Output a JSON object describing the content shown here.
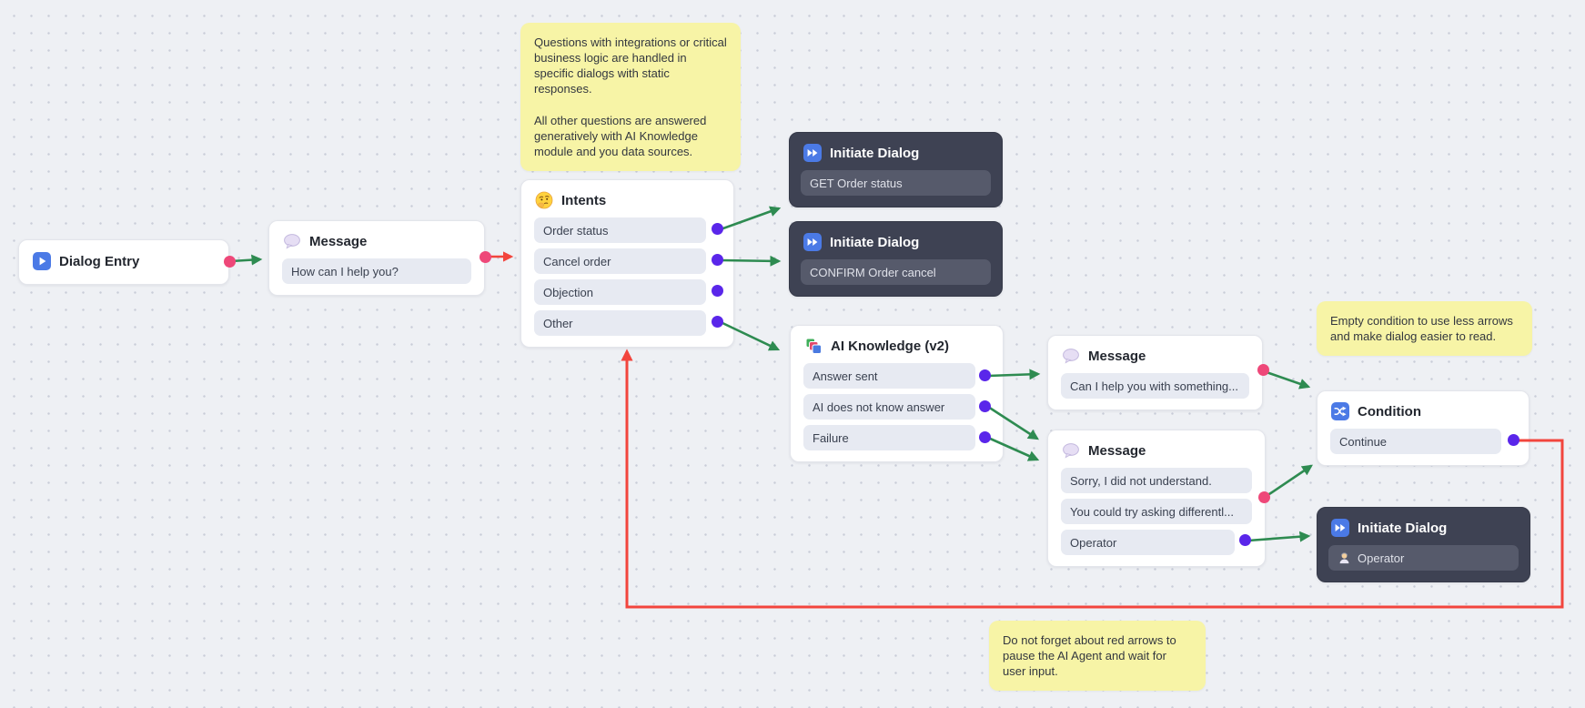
{
  "canvas": {
    "background": "#eef0f4",
    "grid_dot_color": "#c9cdd8"
  },
  "colors": {
    "green_arrow": "#2e8b51",
    "red_arrow": "#f2453d",
    "pink_port": "#ee4879",
    "purple_port": "#5a26ea",
    "node_dark_bg": "#3e4253",
    "row_light_bg": "#e7eaf2",
    "note_bg": "#f7f4a6",
    "icon_blue": "#4b7ae6"
  },
  "nodes": [
    {
      "id": "dialog-entry",
      "title": "Dialog Entry",
      "icon": "play-icon",
      "rows": []
    },
    {
      "id": "message-1",
      "title": "Message",
      "icon": "speech-bubble-icon",
      "rows": [
        {
          "label": "How can I help you?"
        }
      ]
    },
    {
      "id": "intents",
      "title": "Intents",
      "icon": "thinking-face-icon",
      "rows": [
        {
          "label": "Order status"
        },
        {
          "label": "Cancel order"
        },
        {
          "label": "Objection"
        },
        {
          "label": "Other"
        }
      ]
    },
    {
      "id": "initiate-dialog-1",
      "title": "Initiate Dialog",
      "icon": "fast-forward-icon",
      "rows": [
        {
          "label": "GET Order status"
        }
      ]
    },
    {
      "id": "initiate-dialog-2",
      "title": "Initiate Dialog",
      "icon": "fast-forward-icon",
      "rows": [
        {
          "label": "CONFIRM Order cancel"
        }
      ]
    },
    {
      "id": "ai-knowledge",
      "title": "AI Knowledge (v2)",
      "icon": "books-icon",
      "rows": [
        {
          "label": "Answer sent"
        },
        {
          "label": "AI does not know answer"
        },
        {
          "label": "Failure"
        }
      ]
    },
    {
      "id": "message-2",
      "title": "Message",
      "icon": "speech-bubble-icon",
      "rows": [
        {
          "label": "Can I help you with something..."
        }
      ]
    },
    {
      "id": "message-3",
      "title": "Message",
      "icon": "speech-bubble-icon",
      "rows": [
        {
          "label": "Sorry, I did not understand."
        },
        {
          "label": "You could try asking differentl..."
        },
        {
          "label": "Operator"
        }
      ]
    },
    {
      "id": "condition",
      "title": "Condition",
      "icon": "shuffle-icon",
      "rows": [
        {
          "label": "Continue"
        }
      ]
    },
    {
      "id": "initiate-dialog-3",
      "title": "Initiate Dialog",
      "icon": "fast-forward-icon",
      "rows": [
        {
          "label": "Operator",
          "icon": "operator-avatar-icon"
        }
      ]
    }
  ],
  "notes": [
    {
      "id": "note-top",
      "lines": [
        "Questions with integrations or critical business logic are handled in specific dialogs with static responses.",
        "All other questions are answered generatively with AI Knowledge module and you data sources."
      ]
    },
    {
      "id": "note-condition",
      "lines": [
        "Empty condition to use less arrows and make dialog easier to read."
      ]
    },
    {
      "id": "note-red-arrows",
      "lines": [
        "Do not forget about red arrows to pause the AI Agent and wait for user input."
      ]
    }
  ]
}
